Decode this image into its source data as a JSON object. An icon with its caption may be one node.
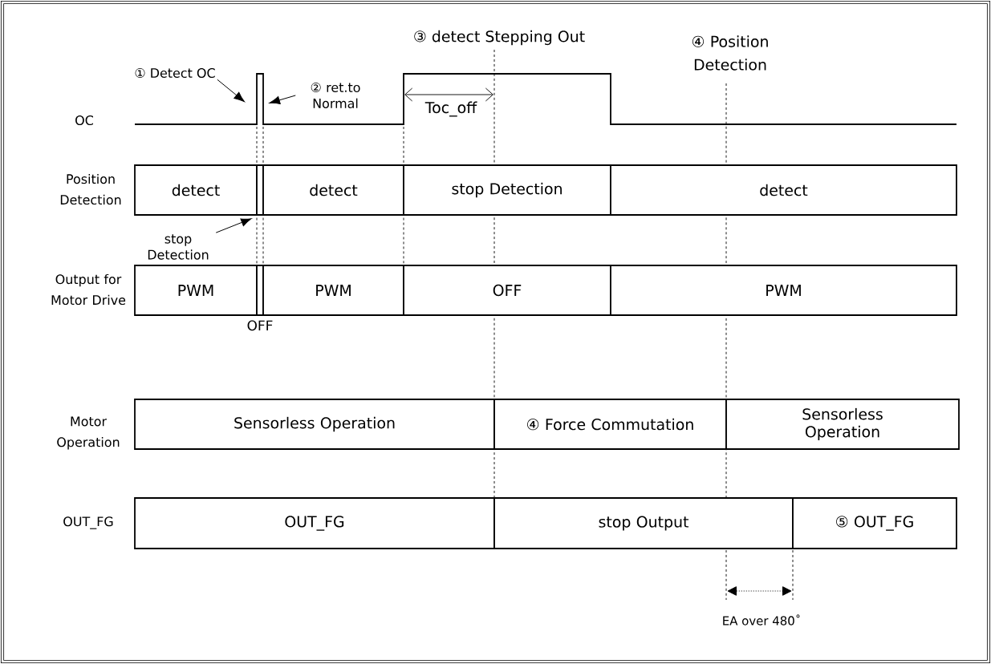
{
  "diagram": {
    "nodes": [
      {
        "text": [
          "detect"
        ]
      },
      {
        "text": [],
        "shape": "box"
      },
      {
        "text": [
          "detect"
        ]
      },
      {
        "text": [
          "stop Detection"
        ]
      },
      {
        "text": [
          "detect"
        ]
      },
      {
        "text": [
          "PWM"
        ]
      },
      {
        "text": [
          "OFF"
        ]
      },
      {
        "text": [
          "PWM"
        ]
      },
      {
        "text": [
          "OFF"
        ]
      },
      {
        "text": [
          "PWM"
        ]
      },
      {
        "text": [
          "Sensorless Operation"
        ]
      },
      {
        "text": [
          "④ Force Commutation"
        ]
      },
      {
        "text": [
          "Sensorless Operation"
        ]
      },
      {
        "text": [
          "OUT_FG"
        ]
      },
      {
        "text": [
          "stop Output"
        ]
      },
      {
        "text": [
          "⑤ OUT_FG"
        ]
      },
      {
        "text": [
          "① Detect OC"
        ]
      },
      {
        "text": [
          "② ret.to Normal"
        ]
      },
      {
        "text": [
          "stop Detection"
        ]
      }
    ],
    "edges": [
      {
        "from": 16,
        "to": null,
        "arrow": "to"
      },
      {
        "from": 17,
        "to": null,
        "arrow": "to"
      },
      {
        "from": 18,
        "to": 1,
        "arrow": "to"
      }
    ],
    "labels": [
      "③ detect Stepping Out",
      "④ Position Detection",
      "OC",
      "Toc_off",
      "Position Detection",
      "Output for Motor Drive",
      "Motor Operation",
      "OUT_FG",
      "EA over 480˚"
    ]
  }
}
